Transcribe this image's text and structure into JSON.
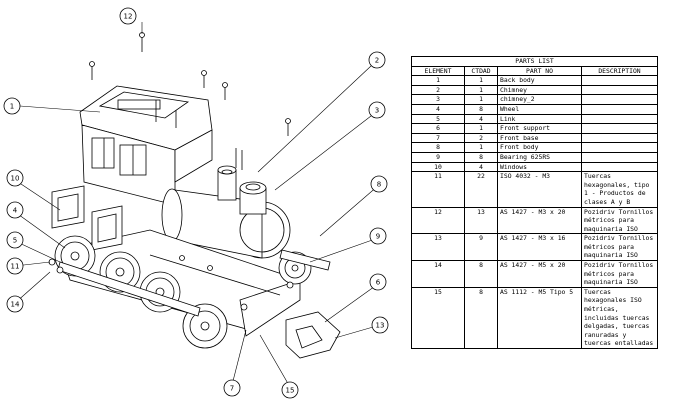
{
  "drawing": {
    "callouts": [
      "1",
      "2",
      "3",
      "4",
      "5",
      "6",
      "7",
      "8",
      "9",
      "10",
      "11",
      "12",
      "13",
      "14",
      "15"
    ]
  },
  "parts_list": {
    "title": "PARTS LIST",
    "headers": [
      "ELEMENT",
      "CTDAD",
      "PART NO",
      "DESCRIPTION"
    ],
    "rows": [
      {
        "element": "1",
        "qty": "1",
        "part": "Back body",
        "desc": ""
      },
      {
        "element": "2",
        "qty": "1",
        "part": "Chimney",
        "desc": ""
      },
      {
        "element": "3",
        "qty": "1",
        "part": "chimney_2",
        "desc": ""
      },
      {
        "element": "4",
        "qty": "8",
        "part": "Wheel",
        "desc": ""
      },
      {
        "element": "5",
        "qty": "4",
        "part": "Link",
        "desc": ""
      },
      {
        "element": "6",
        "qty": "1",
        "part": "Front support",
        "desc": ""
      },
      {
        "element": "7",
        "qty": "2",
        "part": "Front base",
        "desc": ""
      },
      {
        "element": "8",
        "qty": "1",
        "part": "Front body",
        "desc": ""
      },
      {
        "element": "9",
        "qty": "8",
        "part": "Bearing 625RS",
        "desc": ""
      },
      {
        "element": "10",
        "qty": "4",
        "part": "Windows",
        "desc": ""
      },
      {
        "element": "11",
        "qty": "22",
        "part": "ISO 4032 - M3",
        "desc": "Tuercas hexagonales, tipo 1 - Productos de clases A y B"
      },
      {
        "element": "12",
        "qty": "13",
        "part": "AS 1427 - M3 x 20",
        "desc": "Pozidriv Tornillos métricos para maquinaria ISO"
      },
      {
        "element": "13",
        "qty": "9",
        "part": "AS 1427 - M3 x 16",
        "desc": "Pozidriv Tornillos métricos para maquinaria ISO"
      },
      {
        "element": "14",
        "qty": "8",
        "part": "AS 1427 - M5 x 20",
        "desc": "Pozidriv Tornillos métricos para maquinaria ISO"
      },
      {
        "element": "15",
        "qty": "8",
        "part": "AS 1112 - M5  Tipo 5",
        "desc": "Tuercas hexagonales ISO métricas, incluidas tuercas delgadas, tuercas ranuradas y tuercas entalladas"
      }
    ]
  }
}
